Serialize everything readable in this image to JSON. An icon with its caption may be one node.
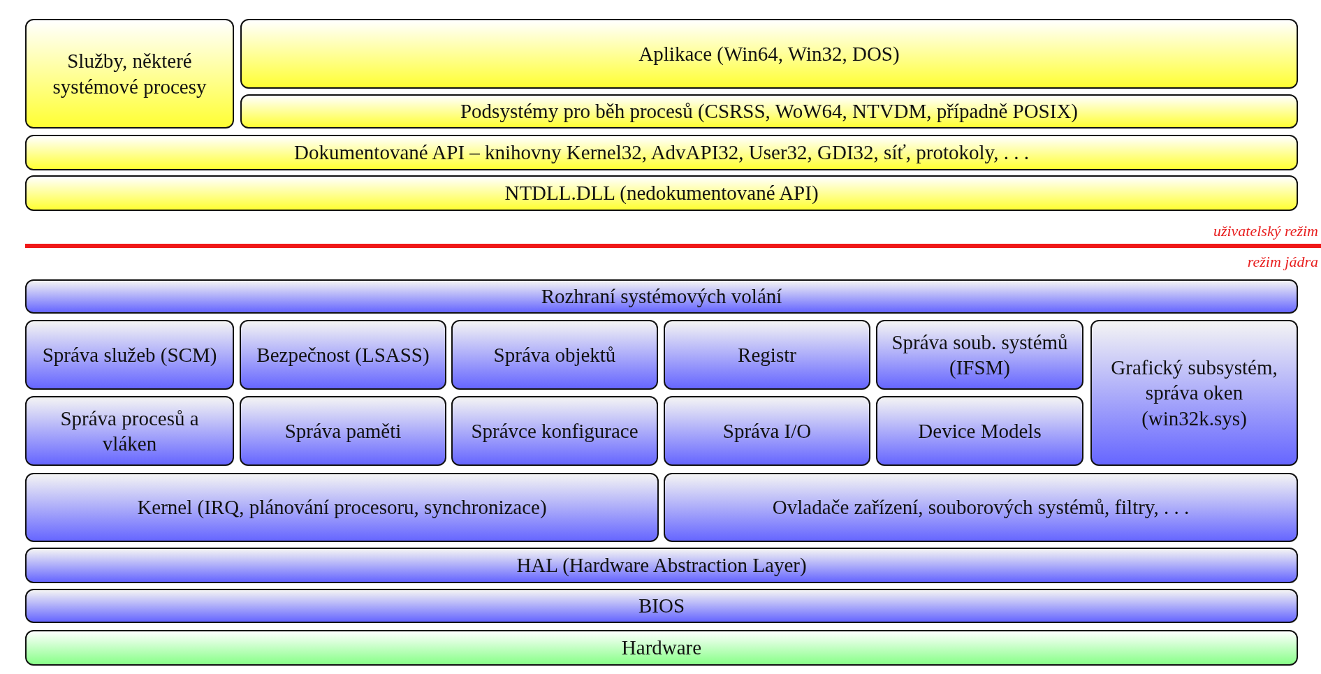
{
  "diagram": {
    "nodes": [
      {
        "text": [
          "Služby, některé systémové procesy"
        ]
      },
      {
        "text": [
          "Aplikace (Win64, Win32, DOS)"
        ]
      },
      {
        "text": [
          "Podsystémy pro běh procesů (CSRSS, WoW64, NTVDM, případně POSIX)"
        ]
      },
      {
        "text": [
          "Dokumentované API – knihovny Kernel32, AdvAPI32, User32, GDI32, síť, protokoly, . . ."
        ]
      },
      {
        "text": [
          "NTDLL.DLL (nedokumentované API)"
        ]
      },
      {
        "text": [
          "Rozhraní systémových volání"
        ]
      },
      {
        "text": [
          "Správa služeb (SCM)"
        ]
      },
      {
        "text": [
          "Bezpečnost (LSASS)"
        ]
      },
      {
        "text": [
          "Správa objektů"
        ]
      },
      {
        "text": [
          "Registr"
        ]
      },
      {
        "text": [
          "Správa soub. systémů (IFSM)"
        ]
      },
      {
        "text": [
          "Grafický subsystém, správa oken (win32k.sys)"
        ]
      },
      {
        "text": [
          "Správa procesů a vláken"
        ]
      },
      {
        "text": [
          "Správa paměti"
        ]
      },
      {
        "text": [
          "Správce konfigurace"
        ]
      },
      {
        "text": [
          "Správa I/O"
        ]
      },
      {
        "text": [
          "Device Models"
        ]
      },
      {
        "text": [
          "Kernel (IRQ, plánování procesoru, synchronizace)"
        ]
      },
      {
        "text": [
          "Ovladače zařízení, souborových systémů, filtry, . . ."
        ]
      },
      {
        "text": [
          "HAL (Hardware Abstraction Layer)"
        ]
      },
      {
        "text": [
          "BIOS"
        ]
      },
      {
        "text": [
          "Hardware"
        ]
      }
    ],
    "labels": [
      "uživatelský režim",
      "režim jádra"
    ]
  }
}
